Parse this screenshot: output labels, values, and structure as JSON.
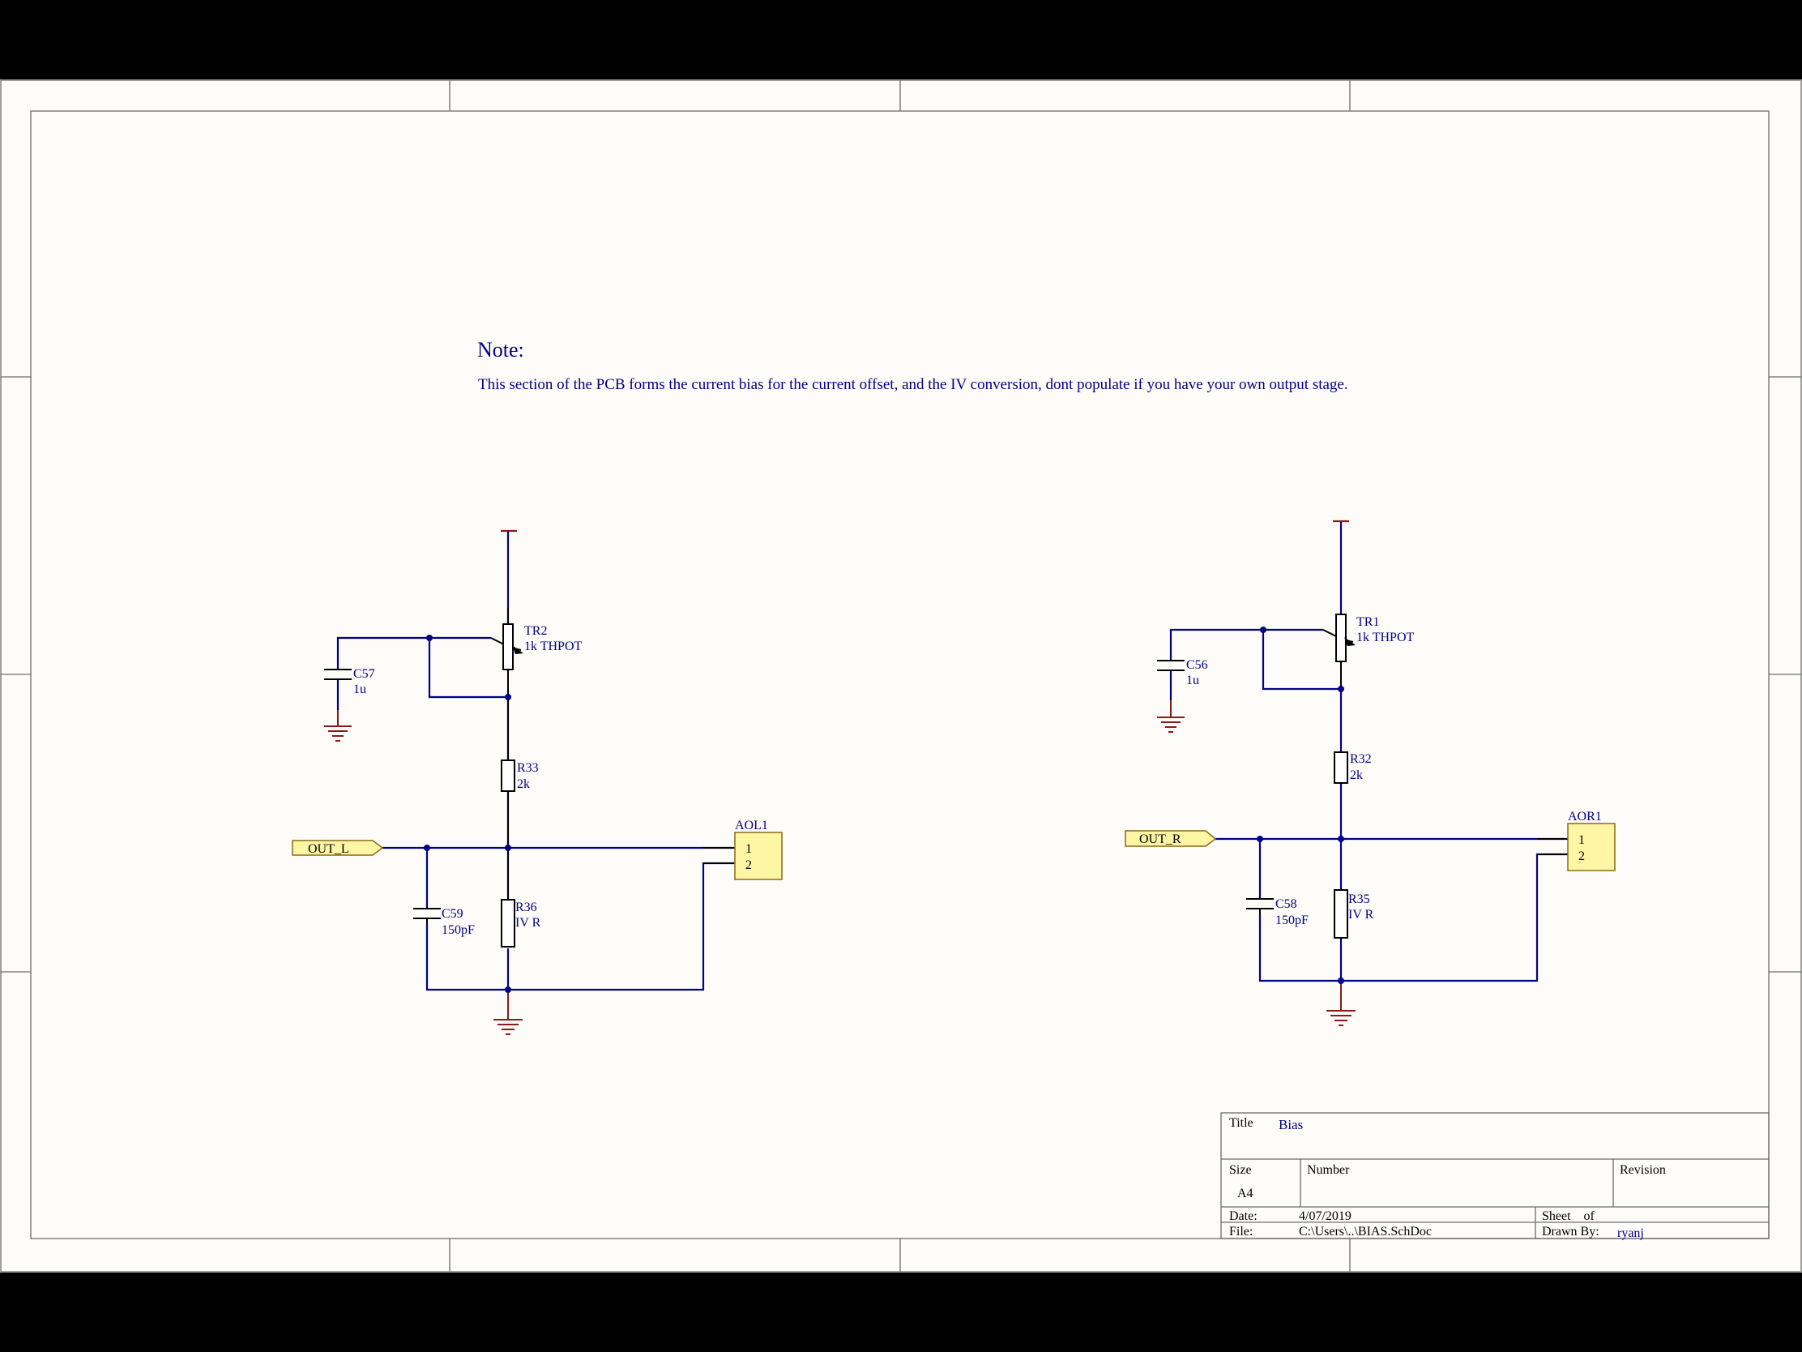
{
  "colors": {
    "background": "#000000",
    "sheet": "#fdfcf9",
    "wire": "#00008b",
    "component": "#000000",
    "power": "#8b1a1a",
    "port_fill": "#fef6a4",
    "port_stroke": "#8b6914",
    "label": "#000080"
  },
  "note": {
    "heading": "Note:",
    "text": "This section of the PCB forms the current bias for the current offset, and the IV conversion, dont populate if you have your own output stage."
  },
  "left": {
    "trimmer": {
      "ref": "TR2",
      "value": "1k THPOT"
    },
    "cap_top": {
      "ref": "C57",
      "value": "1u"
    },
    "resistor_mid": {
      "ref": "R33",
      "value": "2k"
    },
    "resistor_bottom": {
      "ref": "R36",
      "value": "IV R"
    },
    "cap_bottom": {
      "ref": "C59",
      "value": "150pF"
    },
    "port": {
      "label": "OUT_L"
    },
    "header": {
      "ref": "AOL1",
      "pins": [
        "1",
        "2"
      ]
    }
  },
  "right": {
    "trimmer": {
      "ref": "TR1",
      "value": "1k THPOT"
    },
    "cap_top": {
      "ref": "C56",
      "value": "1u"
    },
    "resistor_mid": {
      "ref": "R32",
      "value": "2k"
    },
    "resistor_bottom": {
      "ref": "R35",
      "value": "IV R"
    },
    "cap_bottom": {
      "ref": "C58",
      "value": "150pF"
    },
    "port": {
      "label": "OUT_R"
    },
    "header": {
      "ref": "AOR1",
      "pins": [
        "1",
        "2"
      ]
    }
  },
  "title_block": {
    "title_label": "Title",
    "title_value": "Bias",
    "size_label": "Size",
    "size_value": "A4",
    "number_label": "Number",
    "revision_label": "Revision",
    "date_label": "Date:",
    "date_value": "4/07/2019",
    "sheet_label": "Sheet    of",
    "file_label": "File:",
    "file_value": "C:\\Users\\..\\BIAS.SchDoc",
    "drawn_by_label": "Drawn By:",
    "drawn_by_value": "ryanj"
  }
}
